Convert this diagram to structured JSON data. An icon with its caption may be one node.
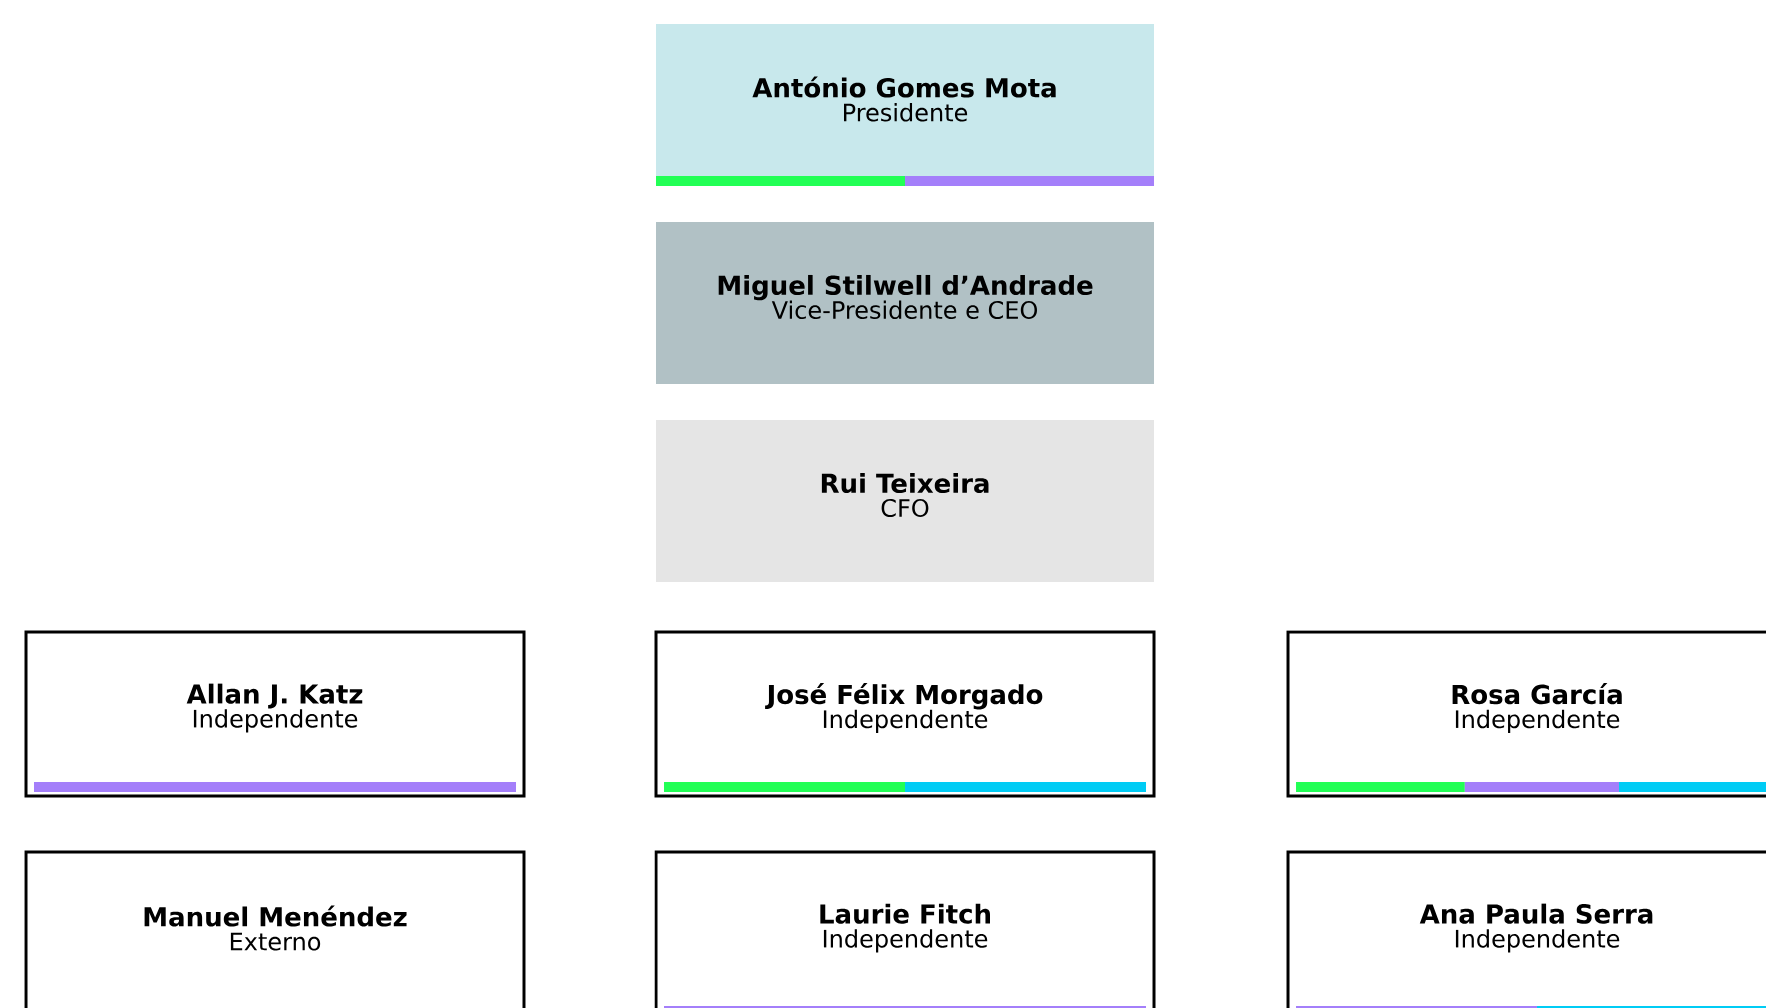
{
  "diagram": {
    "nodes": [
      {
        "text": [
          "António Gomes Mota",
          "Presidente"
        ]
      },
      {
        "text": [
          "Miguel Stilwell d’Andrade",
          "Vice-Presidente e CEO"
        ]
      },
      {
        "text": [
          "Rui Teixeira",
          "CFO"
        ]
      },
      {
        "text": [
          "Allan J. Katz",
          "Independente"
        ]
      },
      {
        "text": [
          "José Félix Morgado",
          "Independente"
        ]
      },
      {
        "text": [
          "Rosa García",
          "Independente"
        ]
      },
      {
        "text": [
          "Manuel Menéndez",
          "Externo"
        ]
      },
      {
        "text": [
          "Laurie Fitch",
          "Independente"
        ]
      },
      {
        "text": [
          "Ana Paula Serra",
          "Independente"
        ]
      }
    ]
  }
}
